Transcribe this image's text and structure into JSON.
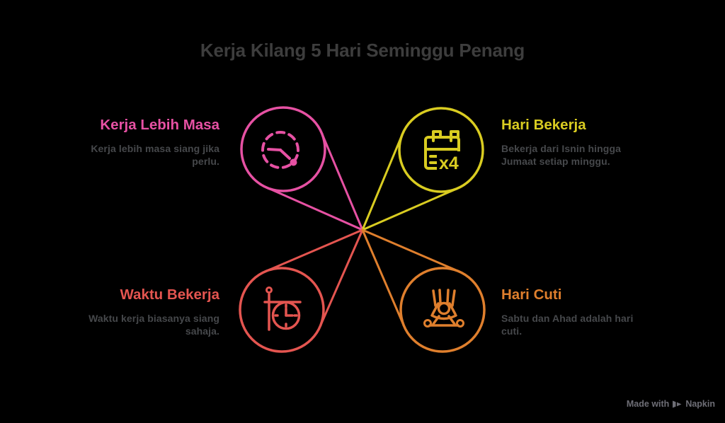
{
  "title": "Kerja Kilang 5 Hari Seminggu Penang",
  "nodes": [
    {
      "label": "Kerja Lebih Masa",
      "description": "Kerja lebih masa siang jika perlu.",
      "color": "#E651A3",
      "icon": "overtime-clock-icon",
      "position": "top-left"
    },
    {
      "label": "Hari Bekerja",
      "description": "Bekerja dari Isnin hingga Jumaat setiap minggu.",
      "color": "#D9CC21",
      "icon": "calendar-x4-icon",
      "icon_text": "x4",
      "position": "top-right"
    },
    {
      "label": "Waktu Bekerja",
      "description": "Waktu kerja biasanya siang sahaja.",
      "color": "#E45550",
      "icon": "hanging-clock-icon",
      "position": "bottom-left"
    },
    {
      "label": "Hari Cuti",
      "description": "Sabtu dan Ahad adalah hari cuti.",
      "color": "#DF7F2D",
      "icon": "hammock-rest-icon",
      "position": "bottom-right"
    }
  ],
  "watermark": {
    "prefix": "Made with",
    "brand": "Napkin"
  },
  "colors": {
    "background": "#000000",
    "title": "#3D3D3D",
    "body": "#46484B",
    "watermark": "#6E6E76"
  }
}
